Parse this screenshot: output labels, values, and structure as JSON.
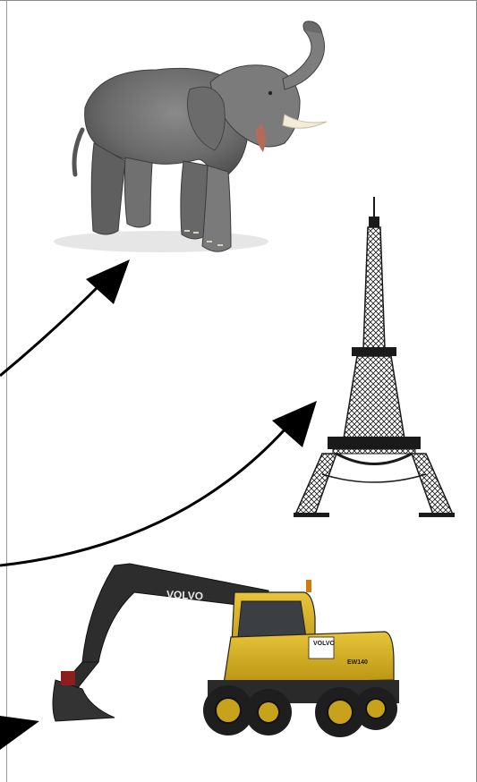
{
  "diagram": {
    "nodes": [
      {
        "id": "elephant",
        "kind": "picture",
        "icon": "elephant-icon"
      },
      {
        "id": "eiffel-tower",
        "kind": "picture",
        "icon": "eiffel-tower-icon"
      },
      {
        "id": "excavator",
        "kind": "picture",
        "icon": "excavator-icon"
      }
    ],
    "edges": [
      {
        "from": "left-edge",
        "to": "elephant"
      },
      {
        "from": "left-edge",
        "to": "eiffel-tower"
      },
      {
        "from": "left-edge",
        "to": "excavator"
      }
    ],
    "excavator_branding": {
      "boom_text": "VOLVO",
      "body_text": "VOLVO",
      "model_text": "EW140"
    },
    "colors": {
      "arrow": "#000000",
      "elephant": "#6d6d6d",
      "tower": "#1a1a1a",
      "excavator_body": "#d9b21c",
      "excavator_dark": "#2a2a2a"
    }
  }
}
